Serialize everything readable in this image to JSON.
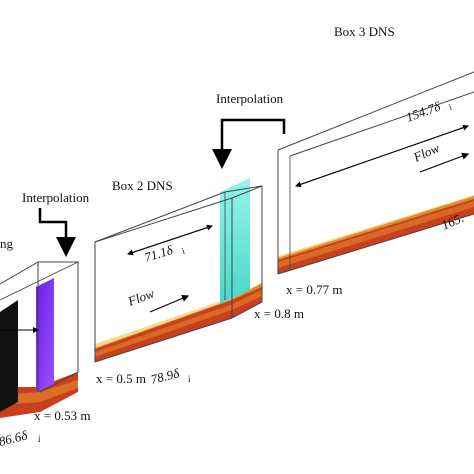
{
  "labels": {
    "box3_title": "Box 3 DNS",
    "box2_title": "Box 2 DNS",
    "box1_title_fragment": "ng",
    "interpolation_1": "Interpolation",
    "interpolation_2": "Interpolation",
    "flow": "Flow",
    "box2_height": "71.1δ",
    "box2_length": "78.9δ",
    "box3_height": "154.7δ",
    "box3_length": "165.",
    "box1_length": "86.6δ",
    "subscript": "i",
    "x_05": "x = 0.5 m",
    "x_053": "x = 0.53 m",
    "x_08": "x = 0.8 m",
    "x_077": "x = 0.77 m"
  },
  "colors": {
    "box_edge": "#444444",
    "fluid_red": "#c8401c",
    "fluid_orange": "#e07a2a",
    "fluid_yellow": "#f2c03c",
    "plane_purple": "#7a2cf0",
    "plane_cyan": "#5ee6d8",
    "plane_black": "#111111",
    "arrow": "#000000"
  }
}
